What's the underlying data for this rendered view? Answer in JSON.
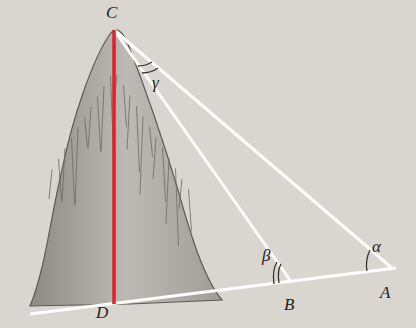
{
  "diagram": {
    "labels": [
      "C",
      "γ",
      "β",
      "α",
      "D",
      "B",
      "A"
    ]
  }
}
